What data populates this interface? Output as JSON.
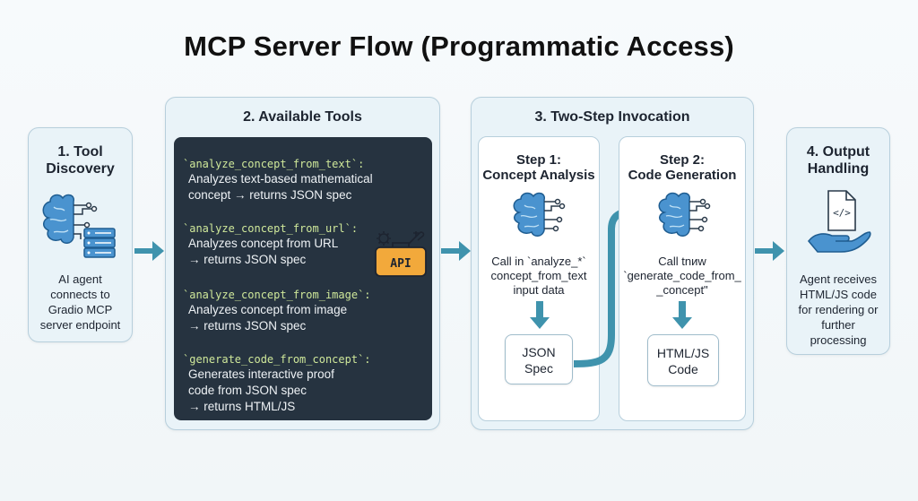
{
  "title": "MCP Server Flow (Programmatic Access)",
  "colors": {
    "accent": "#3f93ad",
    "brain": "#2f78b7",
    "code_bg": "#263340",
    "tool_name": "#cfe89a",
    "panel_bg": "#e9f3f8"
  },
  "discovery": {
    "title_line1": "1. Tool",
    "title_line2": "Discovery",
    "icon": "brain-server-icon",
    "desc": [
      "AI agent",
      "connects to",
      "Gradio MCP",
      "server endpoint"
    ]
  },
  "tools": {
    "title": "2. Available Tools",
    "badge": "API",
    "items": [
      {
        "name": "`analyze_concept_from_text`:",
        "desc": [
          "Analyzes text-based mathematical",
          "concept → returns JSON spec"
        ]
      },
      {
        "name": "`analyze_concept_from_url`:",
        "desc": [
          "Analyzes concept from URL",
          "→ returns JSON spec"
        ]
      },
      {
        "name": "`analyze_concept_from_image`:",
        "desc": [
          "Analyzes concept from image",
          "→ returns JSON spec"
        ]
      },
      {
        "name": "`generate_code_from_concept`:",
        "desc": [
          "Generates interactive proof",
          "code from JSON spec",
          "→ returns HTML/JS"
        ]
      }
    ]
  },
  "invocation": {
    "title": "3. Two-Step Invocation",
    "step1": {
      "title_line1": "Step 1:",
      "title_line2": "Concept Analysis",
      "desc": [
        "Call in `analyze_*`",
        "concept_from_text",
        "input data"
      ],
      "output_line1": "JSON",
      "output_line2": "Spec"
    },
    "step2": {
      "title_line1": "Step 2:",
      "title_line2": "Code Generation",
      "desc": [
        "Call tnиw",
        "`generate_code_from_",
        "_concept\""
      ],
      "output_line1": "HTML/JS",
      "output_line2": "Code"
    }
  },
  "output": {
    "title_line1": "4. Output",
    "title_line2": "Handling",
    "icon": "code-document-hand-icon",
    "desc": [
      "Agent receives",
      "HTML/JS code",
      "for rendering or",
      "further",
      "processing"
    ]
  }
}
